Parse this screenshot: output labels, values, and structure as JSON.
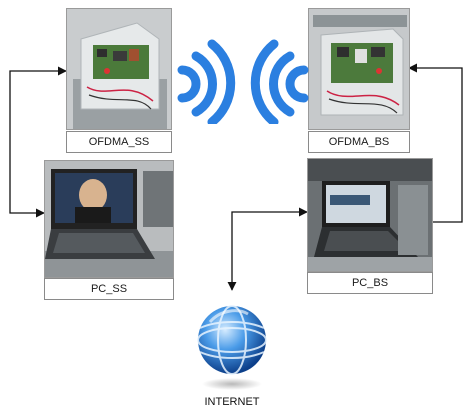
{
  "nodes": {
    "ofdma_ss": {
      "label": "OFDMA_SS"
    },
    "ofdma_bs": {
      "label": "OFDMA_BS"
    },
    "pc_ss": {
      "label": "PC_SS"
    },
    "pc_bs": {
      "label": "PC_BS"
    },
    "internet": {
      "label": "INTERNET"
    }
  },
  "colors": {
    "wifi_signal": "#2b7fe0",
    "globe": "#1e6fd0",
    "connector": "#111111",
    "caption_border": "#8a8a8a"
  },
  "icons": {
    "wireless_left": "wifi-signal-icon",
    "wireless_right": "wifi-signal-icon",
    "internet": "globe-icon"
  }
}
